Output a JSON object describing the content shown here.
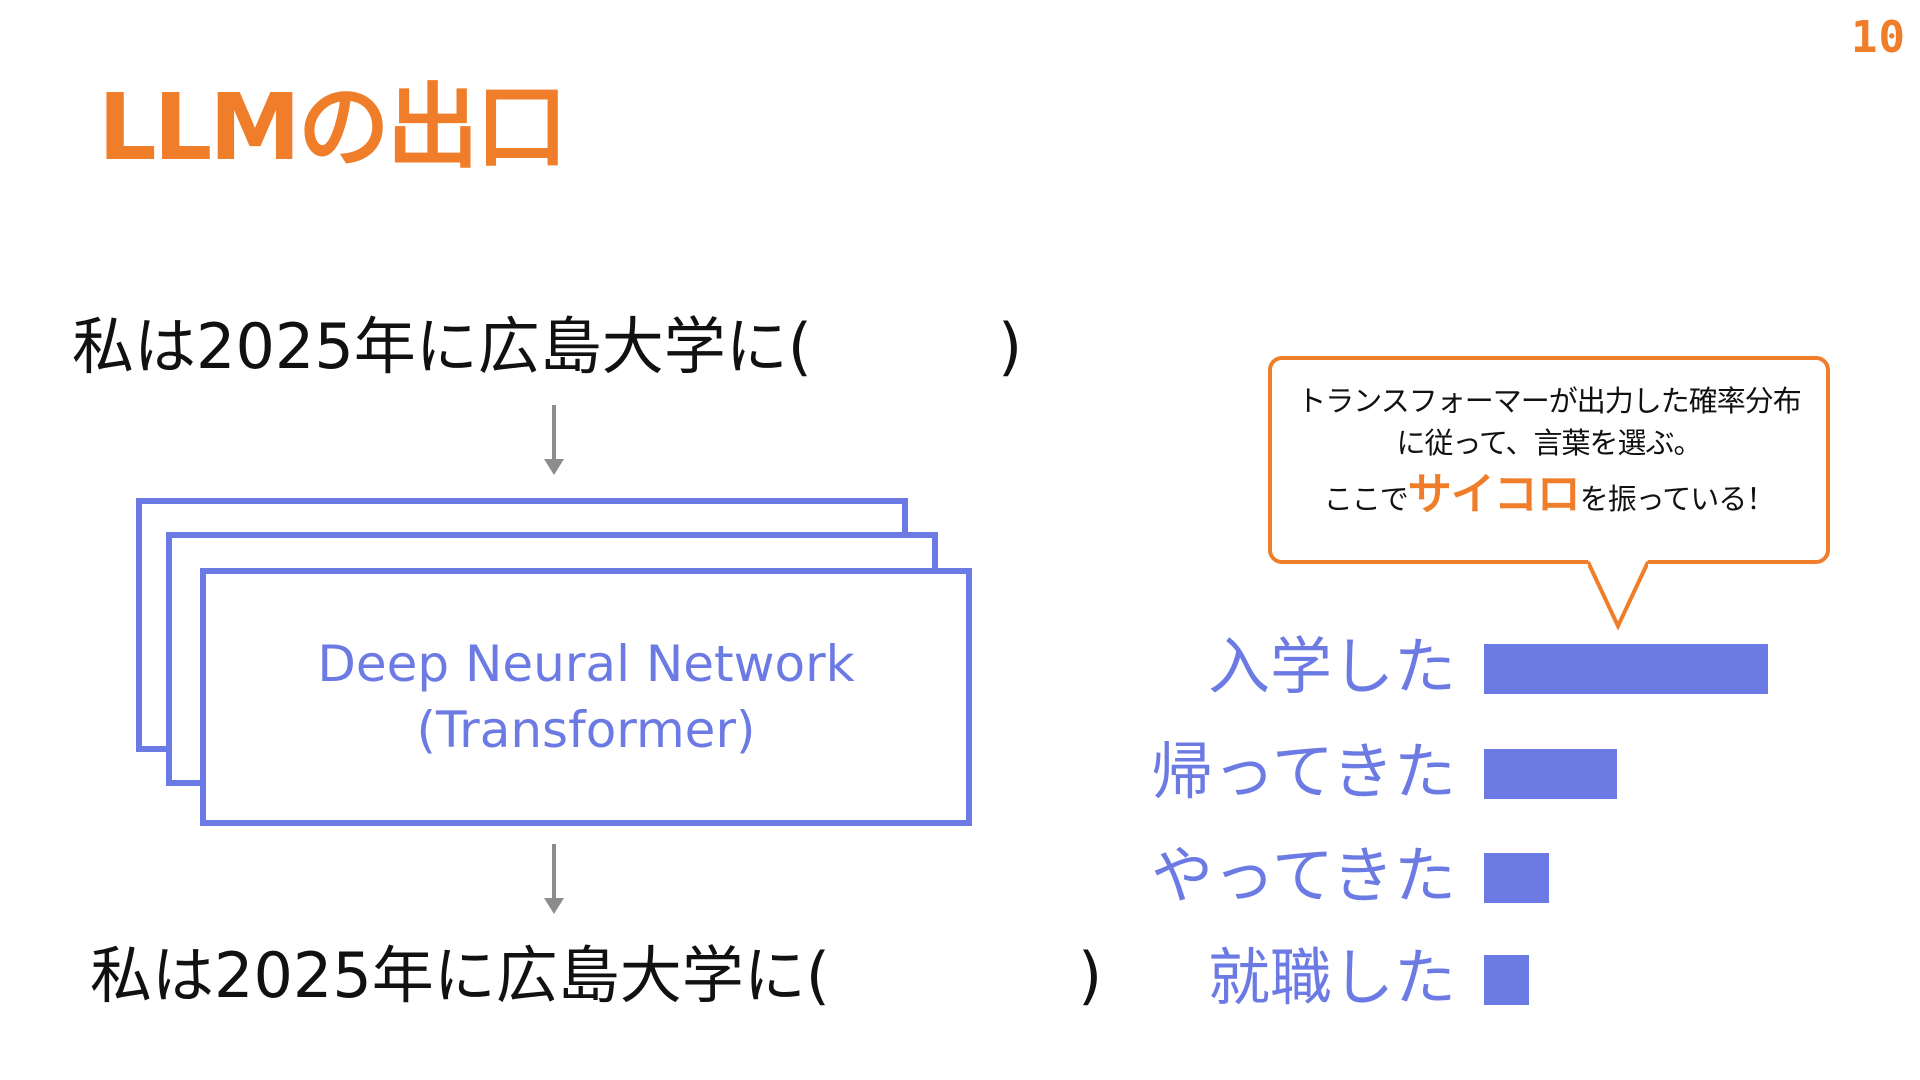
{
  "page_number": "10",
  "title": "LLMの出口",
  "input_sentence": "私は2025年に広島大学に(　　　)",
  "output_sentence": "私は2025年に広島大学に(　　　　)",
  "network": {
    "line1": "Deep Neural Network",
    "line2": "(Transformer)"
  },
  "callout": {
    "line1": "トランスフォーマーが出力した確率分布",
    "line2": "に従って、言葉を選ぶ。",
    "line3_before": "ここで",
    "line3_highlight": "サイコロ",
    "line3_after": "を振っている！"
  },
  "colors": {
    "accent": "#ef7d2a",
    "network": "#6c7ae3"
  },
  "chart_data": {
    "type": "bar",
    "orientation": "horizontal",
    "categories": [
      "入学した",
      "帰ってきた",
      "やってきた",
      "就職した"
    ],
    "values": [
      1.0,
      0.47,
      0.23,
      0.16
    ],
    "title": "",
    "xlabel": "",
    "ylabel": ""
  }
}
